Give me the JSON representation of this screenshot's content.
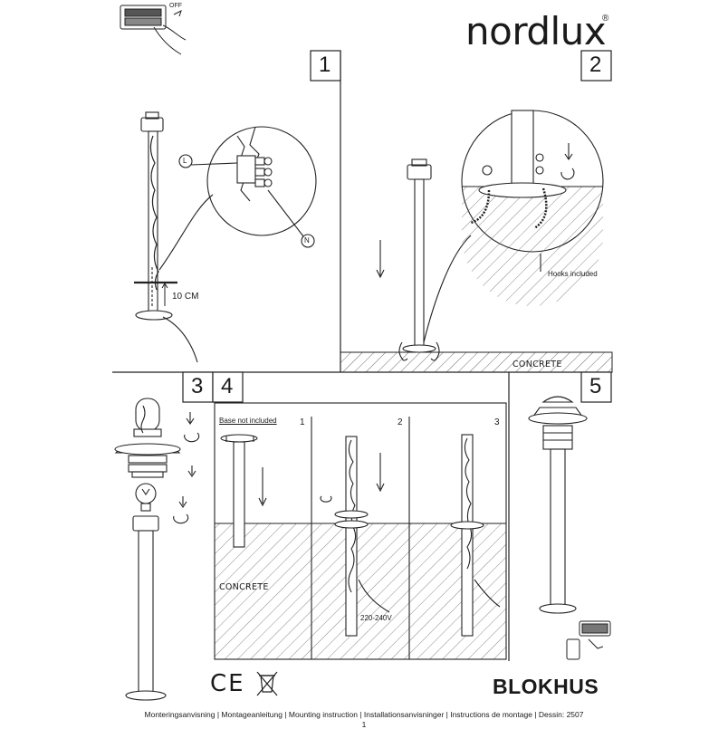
{
  "brand": {
    "logo": "nordlux",
    "registered": "®"
  },
  "switch_icon": {
    "label": "OFF"
  },
  "steps": {
    "s1": {
      "number": "1",
      "depth_label": "10 CM",
      "live_label": "L",
      "neutral_label": "N"
    },
    "s2": {
      "number": "2",
      "hooks_label": "Hooks included",
      "ground_label": "CONCRETE"
    },
    "s3": {
      "number": "3"
    },
    "s4": {
      "number": "4",
      "note": "Base not included",
      "sub1": "1",
      "sub2": "2",
      "sub3": "3",
      "ground_label": "CONCRETE",
      "voltage": "220-240V"
    },
    "s5": {
      "number": "5"
    }
  },
  "product_name": "BLOKHUS",
  "certification_mark": "CE",
  "footer_text": "Monteringsanvisning | Montageanleitung | Mounting instruction | Installationsanvisninger | Instructions de montage | Dessin: 2507",
  "page_number": "1"
}
